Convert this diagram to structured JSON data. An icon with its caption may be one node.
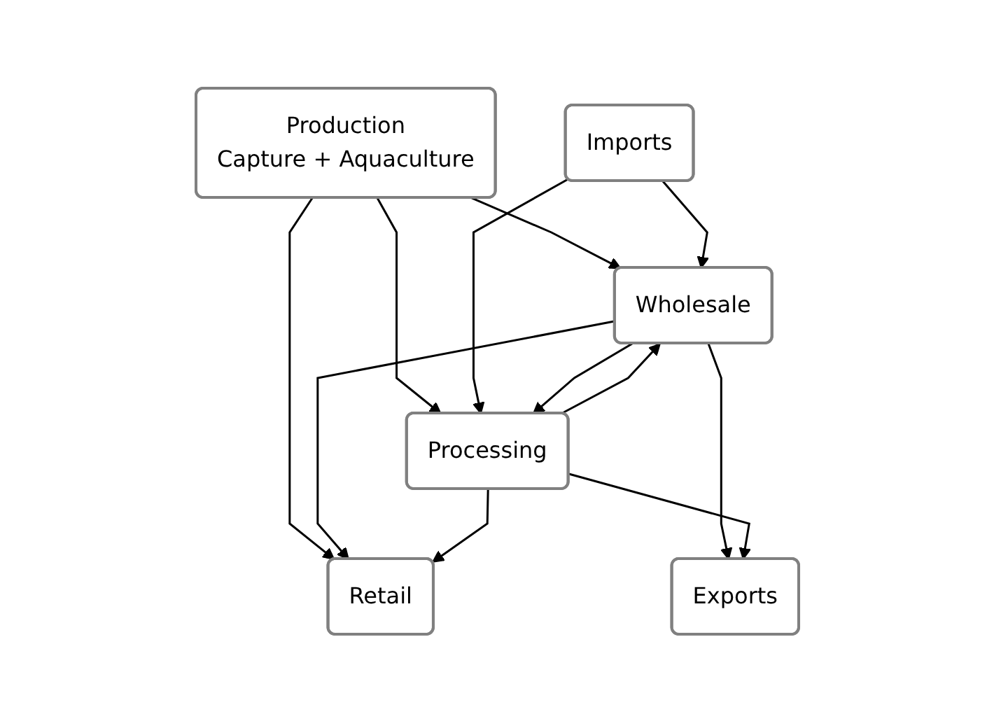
{
  "diagram": {
    "nodes": [
      {
        "text": [
          "Production",
          "Capture + Aquaculture"
        ]
      },
      {
        "text": [
          "Imports"
        ]
      },
      {
        "text": [
          "Wholesale"
        ]
      },
      {
        "text": [
          "Processing"
        ]
      },
      {
        "text": [
          "Retail"
        ]
      },
      {
        "text": [
          "Exports"
        ]
      }
    ],
    "edges": [
      {
        "from": 0,
        "to": 4,
        "arrow": "to"
      },
      {
        "from": 0,
        "to": 2,
        "arrow": "to"
      },
      {
        "from": 0,
        "to": 3,
        "arrow": "to"
      },
      {
        "from": 1,
        "to": 2,
        "arrow": "to"
      },
      {
        "from": 1,
        "to": 3,
        "arrow": "to"
      },
      {
        "from": 2,
        "to": 3,
        "arrow": "to"
      },
      {
        "from": 3,
        "to": 2,
        "arrow": "to"
      },
      {
        "from": 2,
        "to": 4,
        "arrow": "to"
      },
      {
        "from": 2,
        "to": 5,
        "arrow": "to"
      },
      {
        "from": 3,
        "to": 4,
        "arrow": "to"
      },
      {
        "from": 3,
        "to": 5,
        "arrow": "to"
      }
    ]
  }
}
